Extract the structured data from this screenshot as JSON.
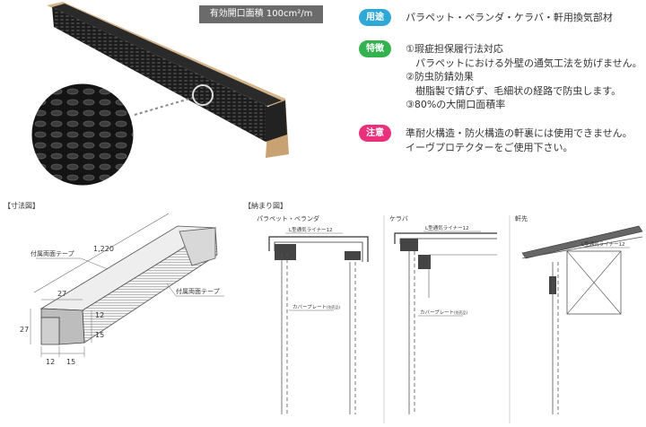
{
  "photo": {
    "area_label": "有効開口面積 100cm²/m"
  },
  "features": [
    {
      "badge": "用途",
      "color": "#2fa8d8",
      "lines": [
        "パラペット・ベランダ・ケラバ・軒用換気部材"
      ]
    },
    {
      "badge": "特徴",
      "color": "#33b24f",
      "lines": [
        "①瑕疵担保履行法対応",
        "　パラペットにおける外壁の通気工法を妨げません。",
        "②防虫防錆効果",
        "　樹脂製で錆びず、毛細状の経路で防虫します。",
        "③80%の大開口面積率"
      ]
    },
    {
      "badge": "注意",
      "color": "#e8317a",
      "lines": [
        "準耐火構造・防火構造の軒裏には使用できません。",
        "イーヴプロテクターをご使用下さい。"
      ]
    }
  ],
  "dimension_drawing": {
    "section_label": "【寸法図】",
    "length_label": "1,220",
    "tape_label_1": "付属両面テープ",
    "tape_label_2": "付属両面テープ",
    "dim_27_top": "27",
    "dim_27_side": "27",
    "dim_12_right": "12",
    "dim_15_right": "15",
    "dim_12_bottom": "12",
    "dim_15_bottom": "15"
  },
  "install_drawing": {
    "section_label": "【納まり図】",
    "parapet_title": "パラペット・ベランダ",
    "parapet_liner": "L型通気ライナー12",
    "parapet_cover": "カバープレート",
    "parapet_cover_note": "(別売品)",
    "keraba_title": "ケラバ",
    "keraba_liner": "L型通気ライナー12",
    "keraba_cover": "カバープレート",
    "keraba_cover_note": "(別売品)",
    "noki_title": "軒先",
    "noki_liner": "L型通気ライナー12"
  }
}
